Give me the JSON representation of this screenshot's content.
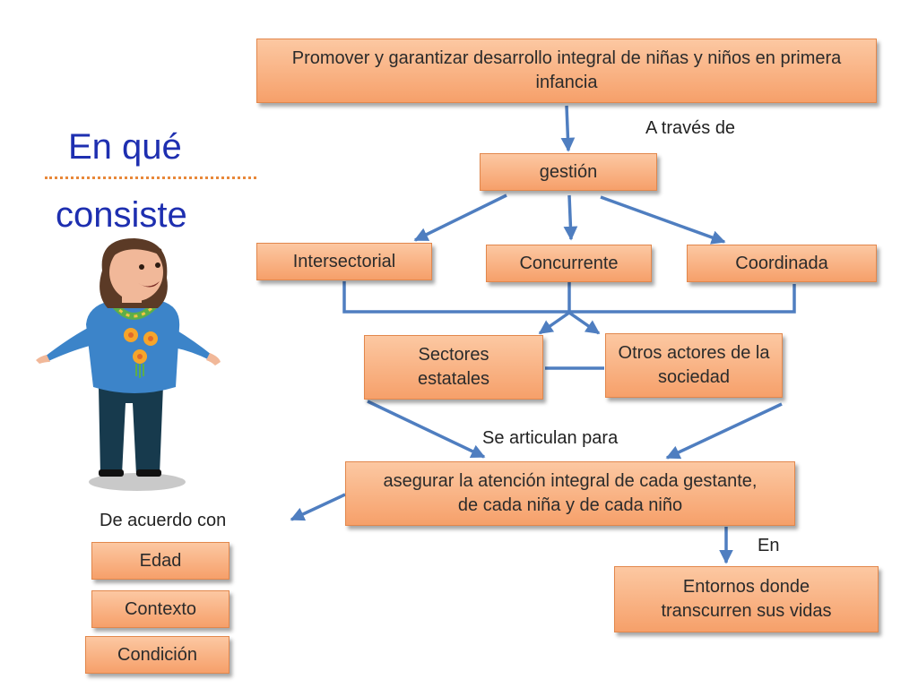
{
  "diagram": {
    "side_title": {
      "line1": "En qué",
      "line2": "consiste"
    },
    "nodes": {
      "goal": "Promover y garantizar desarrollo integral de niñas y niños en primera infancia",
      "gestion": "gestión",
      "intersectorial": "Intersectorial",
      "concurrente": "Concurrente",
      "coordinada": "Coordinada",
      "sectores": "Sectores estatales",
      "otros": "Otros actores de la sociedad",
      "asegurar": "asegurar la atención integral de cada gestante, de cada niña y de cada niño",
      "entornos": "Entornos donde transcurren sus vidas",
      "edad": "Edad",
      "contexto": "Contexto",
      "condicion": "Condición"
    },
    "edge_labels": {
      "a_traves_de": "A través de",
      "se_articulan_para": "Se articulan para",
      "de_acuerdo_con": "De acuerdo con",
      "en": "En"
    },
    "colors": {
      "box_fill_top": "#fcc8a2",
      "box_fill_bottom": "#f6a06a",
      "connector": "#4f7ec0",
      "title": "#1e2fb0",
      "dotted_rule": "#e8883a"
    },
    "illustration": "woman-with-flower-necklace"
  }
}
